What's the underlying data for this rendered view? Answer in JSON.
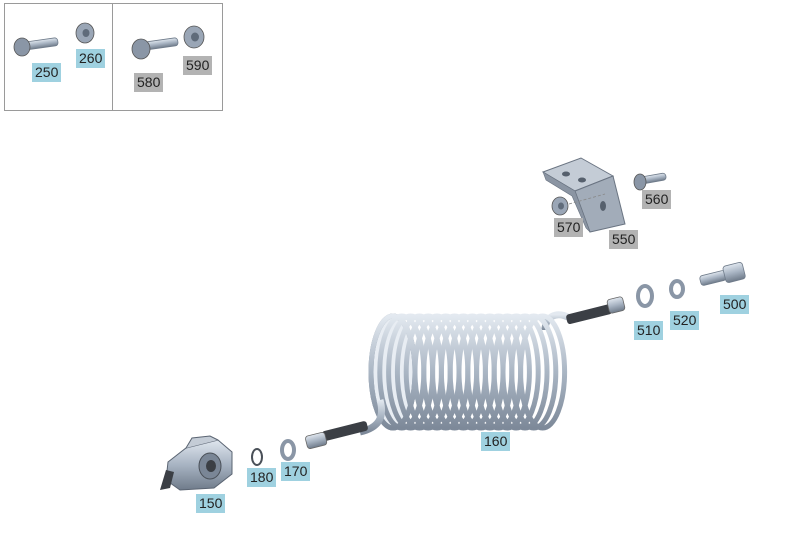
{
  "colors": {
    "label_blue": "#9fd1e0",
    "label_gray": "#b3b3b3",
    "part_metal": "#a7b3c2",
    "part_dark": "#3b3f45"
  },
  "inset": {
    "left_panel": {
      "labels": [
        "250",
        "260"
      ]
    },
    "right_panel": {
      "labels": [
        "580",
        "590"
      ]
    }
  },
  "labels": {
    "p250": "250",
    "p260": "260",
    "p580": "580",
    "p590": "590",
    "p560": "560",
    "p570": "570",
    "p550": "550",
    "p500": "500",
    "p510": "510",
    "p520": "520",
    "p160": "160",
    "p150": "150",
    "p170": "170",
    "p180": "180"
  }
}
